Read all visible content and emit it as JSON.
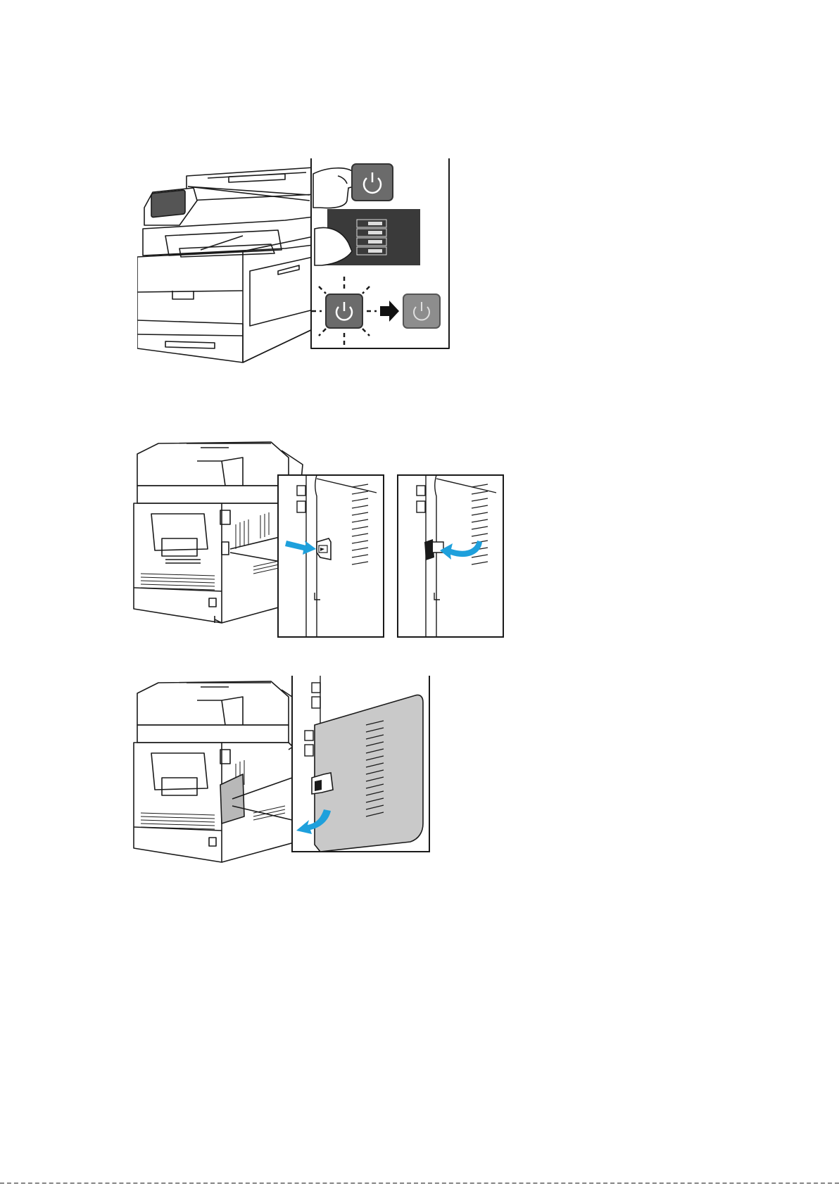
{
  "page": {
    "figures": [
      {
        "id": "fig-power-off",
        "icons": [
          "printer-front",
          "hand-pointer",
          "power-button-icon",
          "power-menu-screen",
          "power-button-blinking",
          "arrow-right",
          "power-button-off"
        ]
      },
      {
        "id": "fig-open-cover",
        "icons": [
          "printer-rear",
          "connector-cover-latch",
          "blue-arrow-push",
          "blue-arrow-rotate"
        ]
      },
      {
        "id": "fig-remove-cover",
        "icons": [
          "printer-rear",
          "connector-cover",
          "blue-arrow-down"
        ]
      }
    ],
    "colors": {
      "line": "#1a1a1a",
      "button": "#6b6b6b",
      "button_off": "#8d8d8d",
      "screen": "#3a3a3a",
      "accent_blue": "#1ea0dc",
      "cover_fill": "#c9c9c9"
    }
  }
}
